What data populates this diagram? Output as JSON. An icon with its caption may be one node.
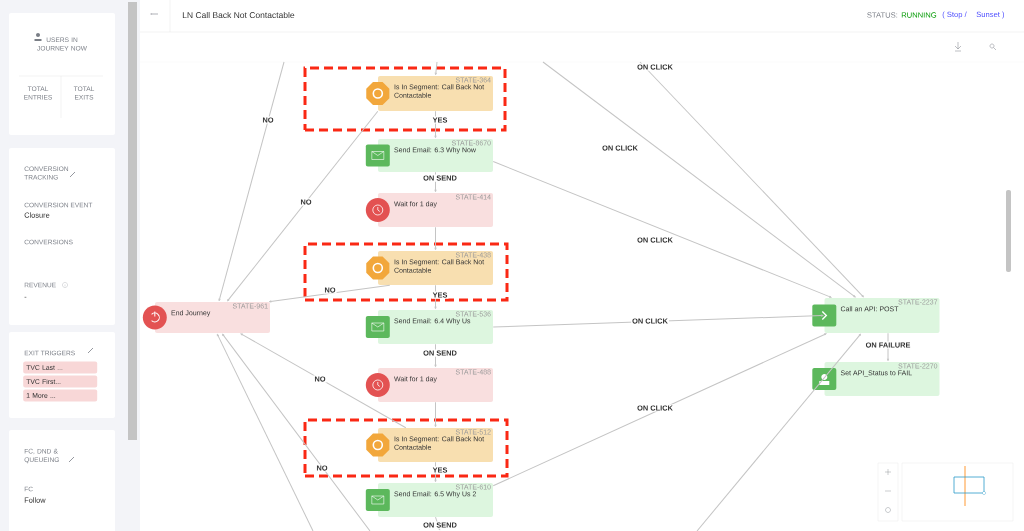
{
  "diagram": {
    "title": "LN Call Back Not Contactable",
    "nodes": [
      {
        "text": [],
        "shape": "box"
      },
      {
        "text": [
          "STATE-364",
          "Is In Segment: Call Back Not Contactable"
        ],
        "in": 0
      },
      {
        "text": [
          "STATE-8670",
          "Send Email: 6.3 Why Now"
        ]
      },
      {
        "text": [
          "STATE-414",
          "Wait for 1 day"
        ]
      },
      {
        "text": [],
        "shape": "box"
      },
      {
        "text": [
          "STATE-438",
          "Is In Segment: Call Back Not Contactable"
        ],
        "in": 4
      },
      {
        "text": [
          "STATE-961",
          "End Journey"
        ]
      },
      {
        "text": [
          "STATE-536",
          "Send Email: 6.4 Why Us"
        ]
      },
      {
        "text": [
          "STATE-488",
          "Wait for 1 day"
        ]
      },
      {
        "text": [],
        "shape": "box"
      },
      {
        "text": [
          "STATE-512",
          "Is In Segment: Call Back Not Contactable"
        ],
        "in": 9
      },
      {
        "text": [
          "STATE-610",
          "Send Email: 6.5 Why Us 2"
        ]
      },
      {
        "text": [
          "STATE-2237",
          "Call an API: POST"
        ]
      },
      {
        "text": [
          "STATE-2270",
          "Set API_Status to FAIL"
        ]
      }
    ],
    "edges": [
      {
        "from": null,
        "to": 1,
        "arrow": "to"
      },
      {
        "from": 1,
        "to": 2,
        "arrow": "to",
        "label": "YES"
      },
      {
        "from": null,
        "to": 6,
        "arrow": "to",
        "label": "NO"
      },
      {
        "from": 1,
        "to": 6,
        "arrow": "to",
        "label": "NO"
      },
      {
        "from": 2,
        "to": 3,
        "arrow": "to",
        "label": "ON SEND"
      },
      {
        "from": null,
        "to": 12,
        "arrow": "to",
        "label": "ON CLICK"
      },
      {
        "from": null,
        "to": 12,
        "arrow": "to",
        "label": "ON CLICK"
      },
      {
        "from": 2,
        "to": 12,
        "arrow": "to",
        "label": "ON CLICK"
      },
      {
        "from": 3,
        "to": 5,
        "arrow": "to"
      },
      {
        "from": 5,
        "to": 7,
        "arrow": "to",
        "label": "YES"
      },
      {
        "from": 5,
        "to": 6,
        "arrow": "to",
        "label": "NO"
      },
      {
        "from": 7,
        "to": 8,
        "arrow": "to",
        "label": "ON SEND"
      },
      {
        "from": 7,
        "to": 12,
        "arrow": "to",
        "label": "ON CLICK"
      },
      {
        "from": 12,
        "to": 13,
        "arrow": "to",
        "label": "ON FAILURE"
      },
      {
        "from": 8,
        "to": 10,
        "arrow": "to"
      },
      {
        "from": 10,
        "to": 6,
        "arrow": "to",
        "label": "NO"
      },
      {
        "from": 10,
        "to": 11,
        "arrow": "to",
        "label": "YES"
      },
      {
        "from": 11,
        "to": 12,
        "arrow": "to",
        "label": "ON CLICK"
      },
      {
        "from": null,
        "to": 12,
        "arrow": "to"
      },
      {
        "from": null,
        "to": 6,
        "arrow": "to",
        "label": "NO"
      },
      {
        "from": null,
        "to": 6,
        "arrow": "to"
      },
      {
        "from": 11,
        "to": null,
        "arrow": "to",
        "label": "ON SEND"
      }
    ],
    "labels": [
      "USERS IN JOURNEY NOW",
      "TOTAL ENTRIES",
      "TOTAL EXITS",
      "CONVERSION TRACKING",
      "CONVERSION EVENT",
      "Closure",
      "CONVERSIONS",
      "REVENUE",
      "-",
      "EXIT TRIGGERS",
      "TVC Last ...",
      "TVC First...",
      "1 More ...",
      "FC, DND & QUEUEING",
      "FC",
      "Follow",
      "STATUS:",
      "RUNNING",
      "( Stop /",
      "Sunset )"
    ]
  }
}
